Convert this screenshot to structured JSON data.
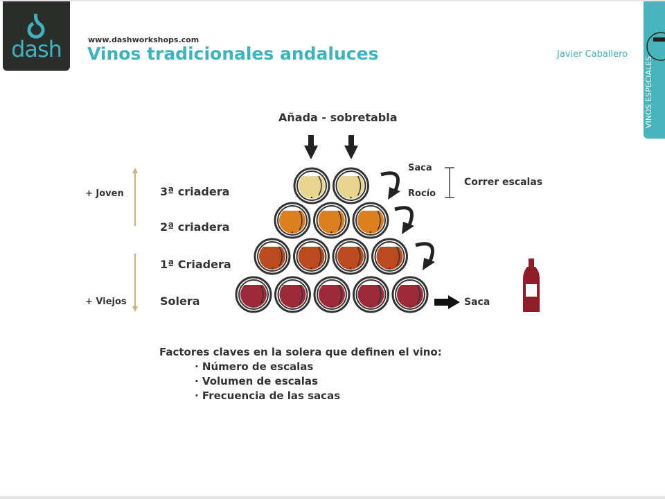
{
  "header": {
    "logo_text": "dash",
    "url": "www.dashworkshops.com",
    "title": "Vinos tradicionales andaluces",
    "author": "Javier Caballero",
    "side_tab": "VINOS ESPECIALES"
  },
  "diagram": {
    "top_label": "Añada - sobretabla",
    "rows": [
      {
        "label": "3ª criadera",
        "barrels": 2,
        "color": "#e8d690"
      },
      {
        "label": "2ª criadera",
        "barrels": 3,
        "color": "#db7f1f"
      },
      {
        "label": "1ª Criadera",
        "barrels": 4,
        "color": "#bb4a1f"
      },
      {
        "label": "Solera",
        "barrels": 5,
        "color": "#9c2a38"
      }
    ],
    "young_label": "+ Joven",
    "old_label": "+ Viejos",
    "saca_top": "Saca",
    "rocio": "Rocío",
    "correr": "Correr escalas",
    "saca_out": "Saca",
    "arrow_color": "#c9b27a",
    "bottle_color": "#8e1d28"
  },
  "factors": {
    "heading": "Factores claves en la solera que definen el vino:",
    "items": [
      "· Número de escalas",
      "· Volumen de escalas",
      "· Frecuencia de las sacas"
    ]
  }
}
